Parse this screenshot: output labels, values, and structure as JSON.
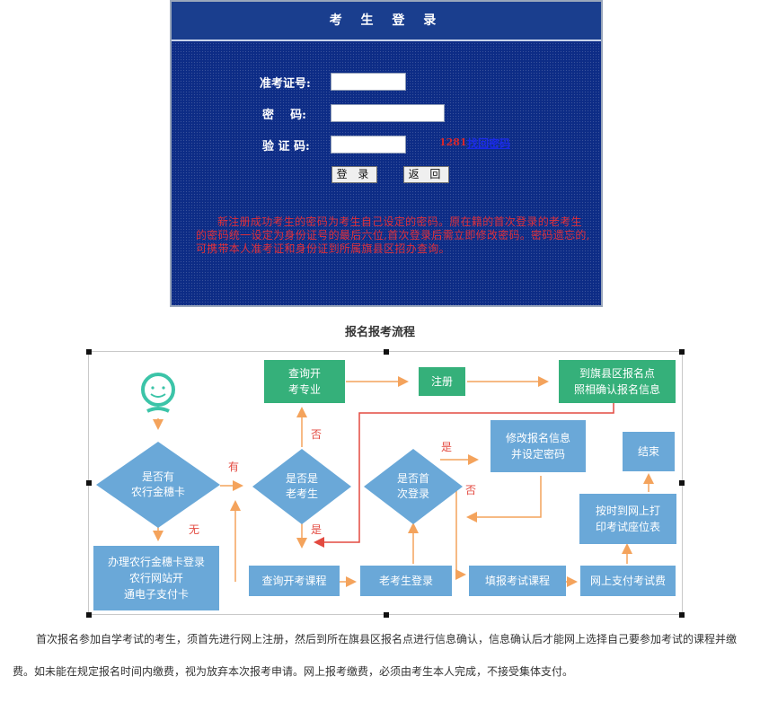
{
  "login": {
    "title": "考 生 登 录",
    "exam_id_label": "准考证号:",
    "password_label": "密    码:",
    "captcha_label": "验 证 码:",
    "exam_id_value": "",
    "password_value": "",
    "captcha_value": "",
    "captcha_code": "1281",
    "forgot_link": "找回密码",
    "login_button": "登 录",
    "back_button": "返 回",
    "notice": "新注册成功考生的密码为考生自己设定的密码。原在籍的首次登录的老考生的密码统一设定为身份证号的最后六位,首次登录后需立即修改密码。密码遗忘的,可携带本人准考证和身份证到所属旗县区招办查询。"
  },
  "flow": {
    "title": "报名报考流程",
    "nodes": {
      "has_card": "是否有\n农行金穗卡",
      "apply_card": "办理农行金穗卡登录\n农行网站开\n通电子支付卡",
      "query_major": "查询开\n考专业",
      "is_old": "是否是\n老考生",
      "register": "注册",
      "confirm_info": "到旗县区报名点\n照相确认报名信息",
      "first_login": "是否首\n次登录",
      "modify_info": "修改报名信息\n并设定密码",
      "query_course": "查询开考课程",
      "old_login": "老考生登录",
      "fill_course": "填报考试课程",
      "pay_fee": "网上支付考试费",
      "print_seat": "按时到网上打\n印考试座位表",
      "end": "结束"
    },
    "edges": {
      "yes1": "有",
      "no1": "无",
      "no2": "否",
      "yes2": "是",
      "yes3": "是",
      "no3": "否"
    }
  },
  "description": "首次报名参加自学考试的考生，须首先进行网上注册，然后到所在旗县区报名点进行信息确认，信息确认后才能网上选择自己要参加考试的课程并缴费。如未能在规定报名时间内缴费，视为放弃本次报考申请。网上报考缴费，必须由考生本人完成，不接受集体支付。",
  "colors": {
    "panel_blue": "#0d2c86",
    "green": "#35b07a",
    "blue_box": "#6aa8d8",
    "arrow_orange": "#f4a35c",
    "red": "#e34a40"
  }
}
